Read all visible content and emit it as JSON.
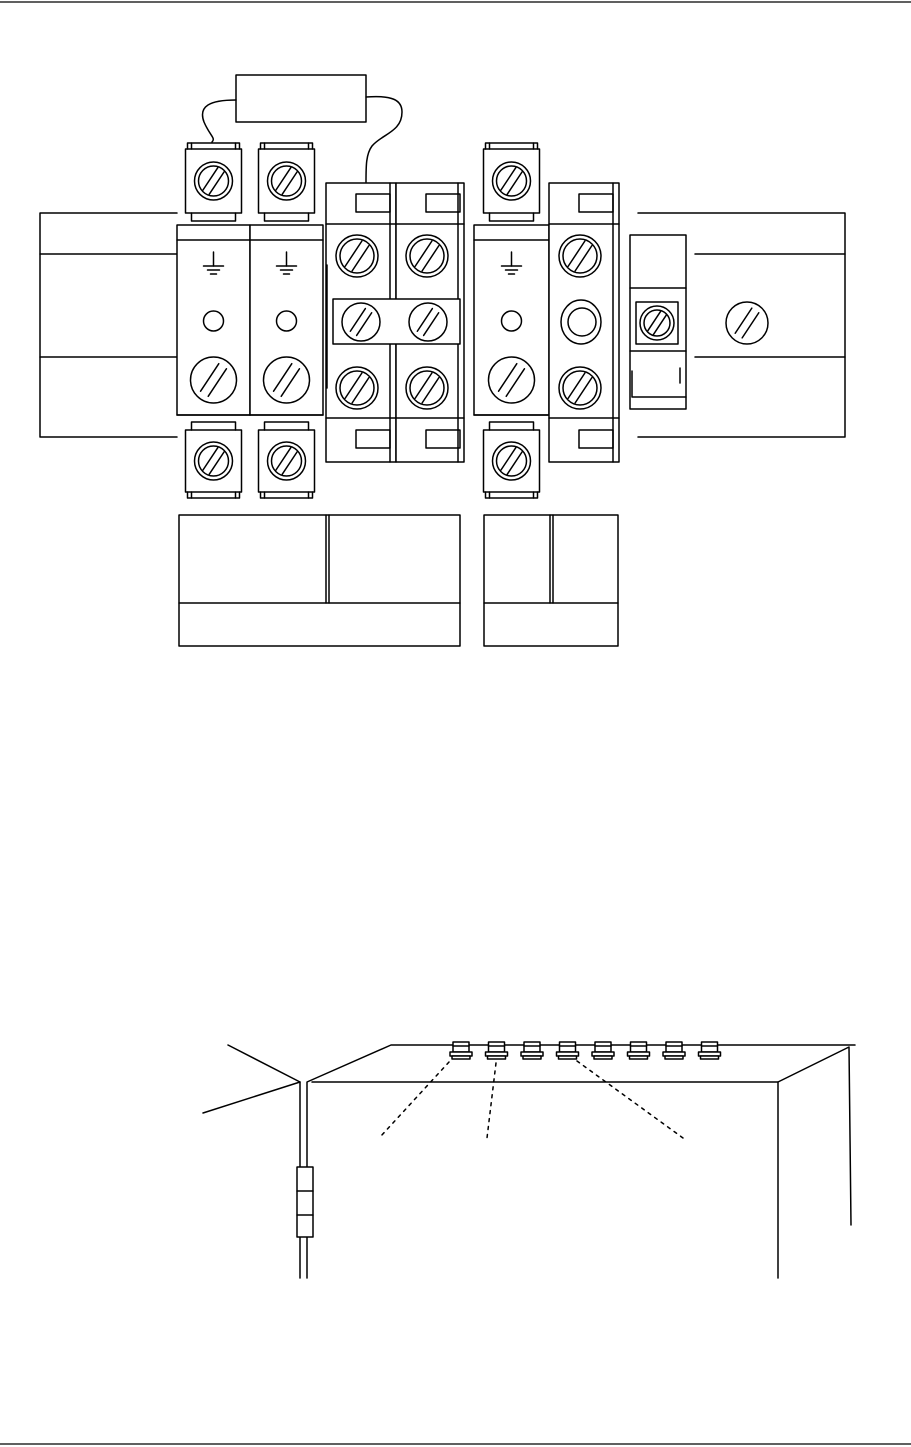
{
  "page": {
    "header_rule": true,
    "footer_rule": true
  },
  "terminal_diagram": {
    "ground_symbols": [
      "ground-icon",
      "ground-icon",
      "ground-icon"
    ],
    "screws": "slotted-screw-icon",
    "label_boxes": [
      {
        "cells": 3
      },
      {
        "cells": 3
      }
    ]
  },
  "cabinet_diagram": {
    "connector_count": 8,
    "hinge": "hinge-icon"
  },
  "colors": {
    "ink": "#000000",
    "paper": "#ffffff"
  }
}
